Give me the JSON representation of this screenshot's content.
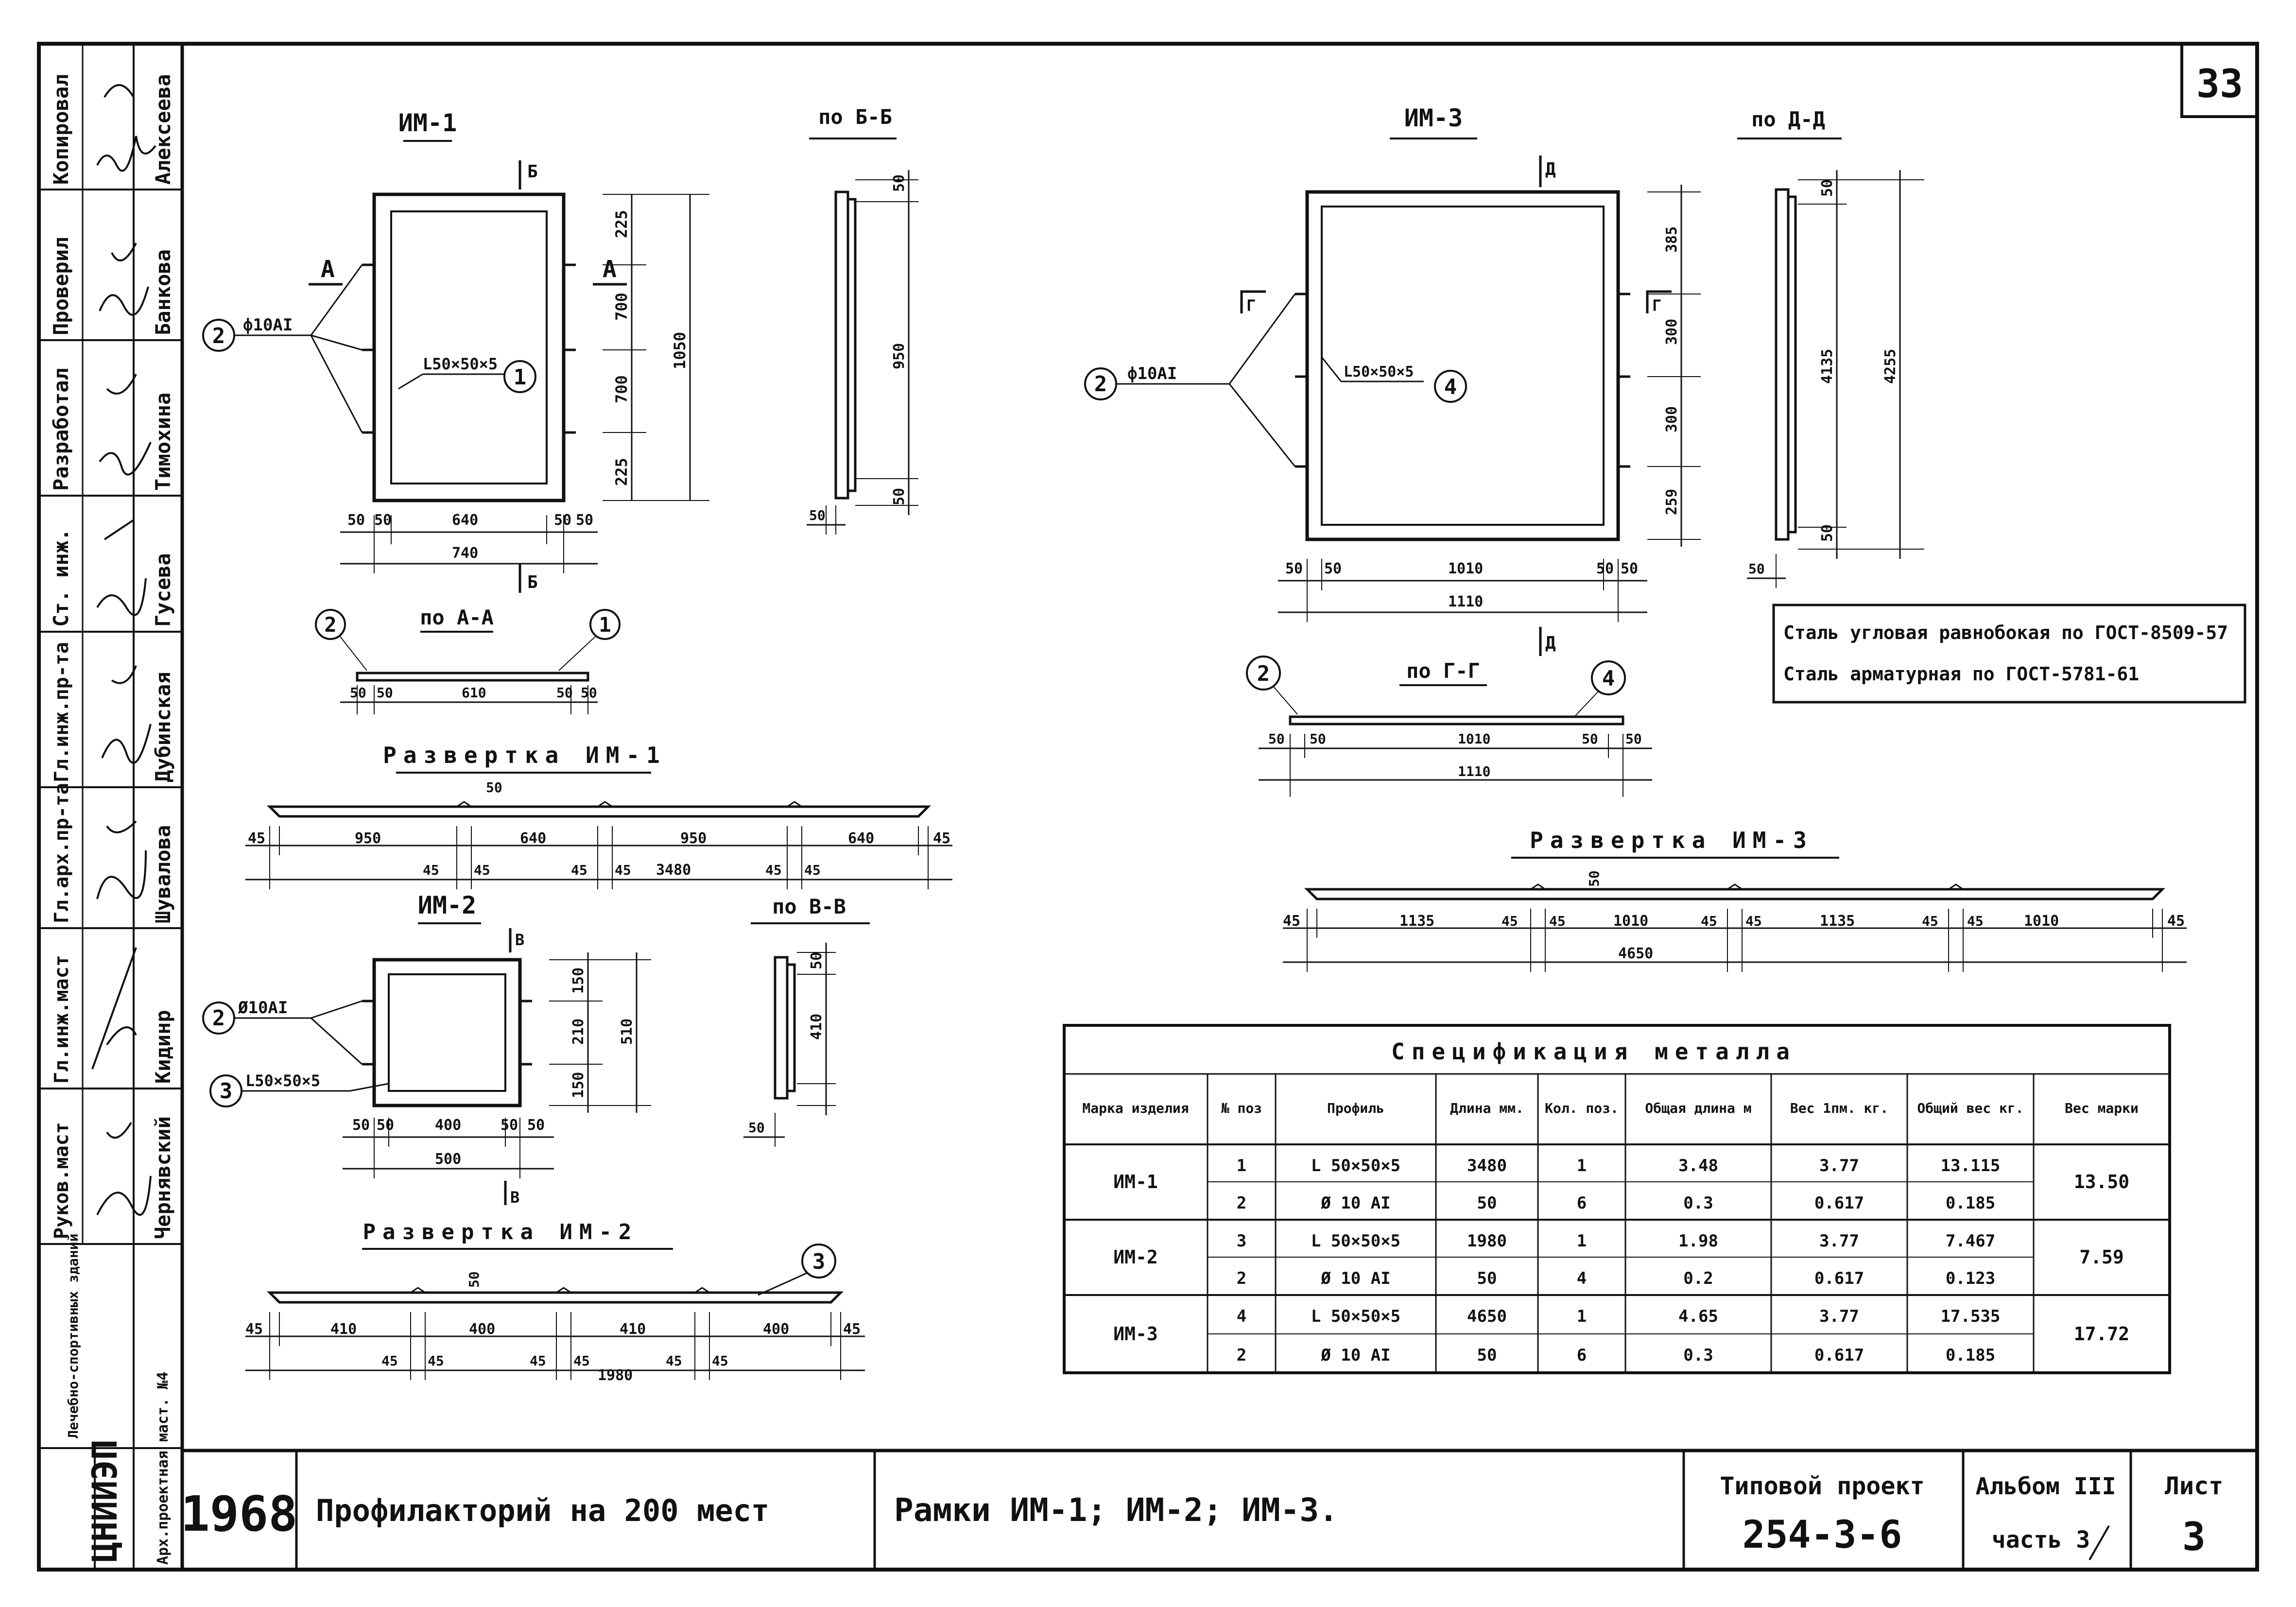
{
  "sheet": {
    "number": "33"
  },
  "left_strip": {
    "roles": [
      "Копировал",
      "Проверил",
      "Разработал",
      "Ст. инж.",
      "Гл.инж.пр-та",
      "Гл.арх.пр-та",
      "Гл.инж.маст",
      "Руков.маст",
      "Лечебно-спортивных зданий",
      "Арх.проектная маст. №4"
    ],
    "names": [
      "Алексеева",
      "Банкова",
      "Тимохина",
      "Гусева",
      "Дубинская",
      "Шувалова",
      "Кидинр",
      "Чернявский"
    ],
    "logo": "ЦНИИЭП"
  },
  "views": {
    "im1_title": "ИМ-1",
    "im1_section_label": "по Б-Б",
    "im1_aa_label": "по А-А",
    "im1_unfold_title": "Развертка ИМ-1",
    "im2_title": "ИМ-2",
    "im2_section_label": "по В-В",
    "im2_unfold_title": "Развертка ИМ-2",
    "im3_title": "ИМ-3",
    "im3_section_label": "по Д-Д",
    "im3_gg_label": "по Г-Г",
    "im3_unfold_title": "Развертка ИМ-3"
  },
  "callouts": {
    "bar_im1": "ф10АI",
    "angle_im1": "L50×50×5",
    "bar_im2": "Ø10АI",
    "angle_im2": "L50×50×5",
    "bar_im3": "ф10АI",
    "angle_im3": "L50×50×5",
    "pos1": "1",
    "pos2": "2",
    "pos3": "3",
    "pos4": "4"
  },
  "section_marks": {
    "A": "А",
    "B": "Б",
    "V": "В",
    "G": "Г",
    "D": "Д"
  },
  "dims": {
    "im1": {
      "h1": "225",
      "h2": "700",
      "h3": "700",
      "h4": "225",
      "total": "1050",
      "w_a": "50",
      "w_b": "50",
      "w_inner": "640",
      "w_c": "50",
      "w_d": "50",
      "w_total": "740",
      "bb_top": "50",
      "bb_mid": "950",
      "bb_bot": "50",
      "bb_side": "50",
      "aa_1": "50",
      "aa_2": "50",
      "aa_mid": "610",
      "aa_3": "50",
      "aa_4": "50"
    },
    "im1_unfold": {
      "d45a": "45",
      "d950a": "950",
      "d640a": "640",
      "d950b": "950",
      "d640b": "640",
      "d45b": "45",
      "joints": [
        "45",
        "45",
        "45",
        "45",
        "45",
        "45"
      ],
      "total": "3480",
      "top": "50"
    },
    "im2": {
      "h1": "150",
      "h2": "210",
      "h3": "150",
      "total": "510",
      "w_a": "50",
      "w_b": "50",
      "w_inner": "400",
      "w_c": "50",
      "w_d": "50",
      "w_total": "500",
      "vv_top": "50",
      "vv_mid": "410",
      "vv_bot": "50"
    },
    "im2_unfold": {
      "d45a": "45",
      "d410a": "410",
      "d400a": "400",
      "d410b": "410",
      "d400b": "400",
      "d45b": "45",
      "joints": [
        "45",
        "45",
        "45",
        "45",
        "45",
        "45"
      ],
      "total": "1980",
      "top": "50"
    },
    "im3": {
      "h1": "385",
      "h2": "300",
      "h3": "300",
      "h4": "259",
      "w_a": "50",
      "w_b": "50",
      "w_inner": "1010",
      "w_c": "50",
      "w_d": "50",
      "w_total": "1110",
      "dd_top": "50",
      "dd_mid": "4135",
      "dd_total": "4255",
      "dd_bot": "50",
      "dd_side": "50"
    },
    "im3_gg": {
      "a": "50",
      "b": "50",
      "mid": "1010",
      "c": "50",
      "d": "50",
      "total": "1110"
    },
    "im3_unfold": {
      "d45a": "45",
      "d1135a": "1135",
      "d1010a": "1010",
      "d1135b": "1135",
      "d1010b": "1010",
      "d45b": "45",
      "joints": [
        "45",
        "45",
        "45",
        "45",
        "45",
        "45"
      ],
      "total": "4650",
      "top": "50"
    }
  },
  "notes": [
    "Сталь угловая равнобокая по ГОСТ-8509-57",
    "Сталь арматурная по ГОСТ-5781-61"
  ],
  "spec": {
    "title": "Спецификация металла",
    "headers": [
      "Марка изделия",
      "№ поз",
      "Профиль",
      "Длина мм.",
      "Кол. поз.",
      "Общая длина м",
      "Вес 1пм. кг.",
      "Общий вес кг.",
      "Вес марки"
    ],
    "groups": [
      {
        "mark": "ИМ-1",
        "total": "13.50",
        "rows": [
          [
            "1",
            "L 50×50×5",
            "3480",
            "1",
            "3.48",
            "3.77",
            "13.115"
          ],
          [
            "2",
            "Ø 10 АI",
            "50",
            "6",
            "0.3",
            "0.617",
            "0.185"
          ]
        ]
      },
      {
        "mark": "ИМ-2",
        "total": "7.59",
        "rows": [
          [
            "3",
            "L 50×50×5",
            "1980",
            "1",
            "1.98",
            "3.77",
            "7.467"
          ],
          [
            "2",
            "Ø 10 АI",
            "50",
            "4",
            "0.2",
            "0.617",
            "0.123"
          ]
        ]
      },
      {
        "mark": "ИМ-3",
        "total": "17.72",
        "rows": [
          [
            "4",
            "L 50×50×5",
            "4650",
            "1",
            "4.65",
            "3.77",
            "17.535"
          ],
          [
            "2",
            "Ø 10 АI",
            "50",
            "6",
            "0.3",
            "0.617",
            "0.185"
          ]
        ]
      }
    ]
  },
  "title_block": {
    "year": "1968",
    "object": "Профилакторий на 200 мест",
    "drawing": "Рамки ИМ-1; ИМ-2; ИМ-3.",
    "project_label": "Типовой проект",
    "project_number": "254-3-6",
    "album": "Альбом III",
    "part": "часть 3",
    "sheet_label": "Лист",
    "sheet_number": "3"
  }
}
